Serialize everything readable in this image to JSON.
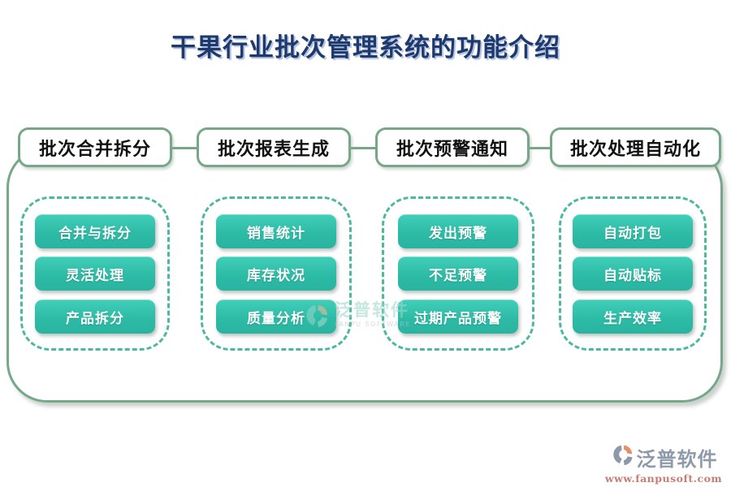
{
  "title": "干果行业批次管理系统的功能介绍",
  "columns": [
    {
      "header": "批次合并拆分",
      "items": [
        "合并与拆分",
        "灵活处理",
        "产品拆分"
      ]
    },
    {
      "header": "批次报表生成",
      "items": [
        "销售统计",
        "库存状况",
        "质量分析"
      ]
    },
    {
      "header": "批次预警通知",
      "items": [
        "发出预警",
        "不足预警",
        "过期产品预警"
      ]
    },
    {
      "header": "批次处理自动化",
      "items": [
        "自动打包",
        "自动贴标",
        "生产效率"
      ]
    }
  ],
  "watermark_center": {
    "brand": "泛普软件",
    "subtext": "FANPU SOFTWARE"
  },
  "footer_logo": {
    "brand": "泛普软件",
    "url": "www.fanpusoft.com"
  },
  "colors": {
    "title_text": "#1e3a6d",
    "container_border": "#76a788",
    "dashed_border": "#4bb99c",
    "pill_teal": "#2dbba6",
    "pill_text": "#ffffff",
    "header_text": "#111111",
    "footer_brand_gray": "#8e9aab",
    "footer_url_red": "#c97c74",
    "logo_orange": "#e2906a"
  }
}
